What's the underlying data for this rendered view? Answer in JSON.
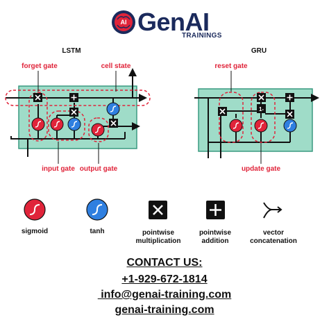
{
  "brand": {
    "name": "GenAI",
    "subtitle": "TRAININGS",
    "badge": "AI"
  },
  "diagrams": {
    "lstm": {
      "title": "LSTM",
      "labels": {
        "forget": "forget gate",
        "cell": "cell state",
        "input": "input gate",
        "output": "output gate"
      }
    },
    "gru": {
      "title": "GRU",
      "labels": {
        "reset": "reset gate",
        "update": "update gate"
      }
    }
  },
  "legend": {
    "sigmoid": "sigmoid",
    "tanh": "tanh",
    "multiply_line1": "pointwise",
    "multiply_line2": "multiplication",
    "add_line1": "pointwise",
    "add_line2": "addition",
    "concat_line1": "vector",
    "concat_line2": "concatenation"
  },
  "contact": {
    "title": "CONTACT US:",
    "phone": "+1-929-672-1814",
    "email": " info@genai-training.com",
    "website": "genai-training.com"
  },
  "colors": {
    "teal": "#9fdcc8",
    "teal_border": "#3a9a80",
    "red": "#e0243a",
    "blue": "#2f7fe0",
    "navy": "#1b2a5c"
  }
}
